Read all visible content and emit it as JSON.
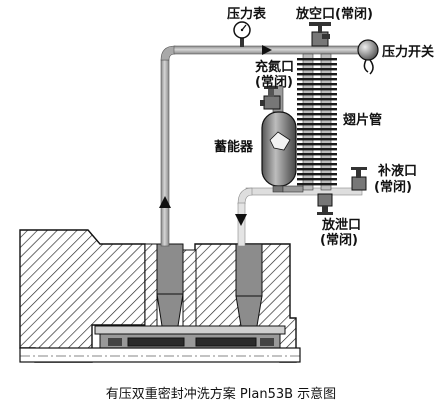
{
  "labels": {
    "pressure_gauge": "压力表",
    "vent_port": "放空口",
    "vent_port_state": "(常闭)",
    "pressure_switch": "压力开关",
    "nitrogen_port": "充氮口",
    "nitrogen_port_state": "(常闭)",
    "finned_tube": "翅片管",
    "accumulator": "蓄能器",
    "refill_port": "补液口",
    "refill_port_state": "(常闭)",
    "drain_port": "放泄口",
    "drain_port_state": "(常闭)"
  },
  "caption": "有压双重密封冲洗方案 Plan53B 示意图"
}
